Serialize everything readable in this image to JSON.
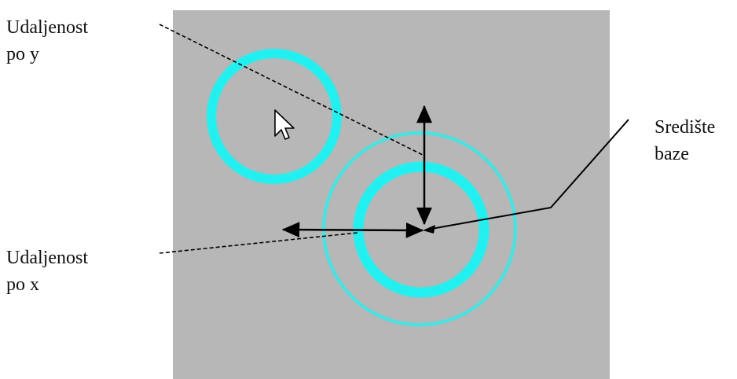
{
  "labels": {
    "distance_y": {
      "line1": "Udaljenost",
      "line2": "po y"
    },
    "distance_x": {
      "line1": "Udaljenost",
      "line2": "po x"
    },
    "base_center": {
      "line1": "Središte",
      "line2": "baze"
    }
  },
  "colors": {
    "canvas": "#b7b7b7",
    "ring": "#24f0f0",
    "outer_ring": "#3ee6e6",
    "arrow": "#000000",
    "dashed_line": "#000000"
  },
  "icons": {
    "pointer": "mouse-cursor-icon"
  }
}
